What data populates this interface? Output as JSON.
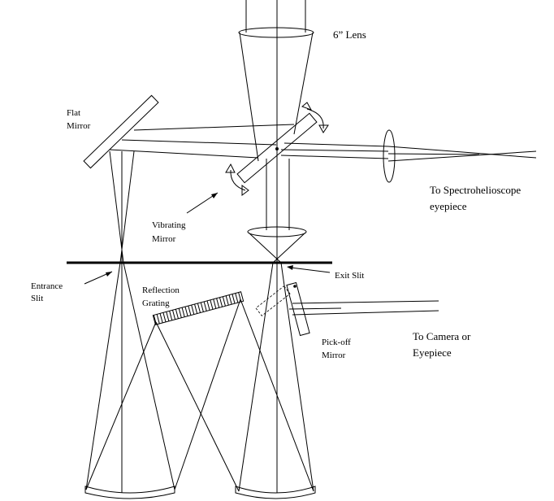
{
  "labels": {
    "lens": "6” Lens",
    "flat_mirror": [
      "Flat",
      "Mirror"
    ],
    "vibrating_mirror": [
      "Vibrating",
      "Mirror"
    ],
    "to_spectrohelioscope": [
      "To Spectrohelioscope",
      "eyepiece"
    ],
    "entrance_slit": [
      "Entrance",
      "Slit"
    ],
    "exit_slit": "Exit Slit",
    "reflection_grating": [
      "Reflection",
      "Grating"
    ],
    "pickoff_mirror": [
      "Pick-off",
      "Mirror"
    ],
    "to_camera": [
      "To Camera or",
      "Eyepiece"
    ]
  }
}
